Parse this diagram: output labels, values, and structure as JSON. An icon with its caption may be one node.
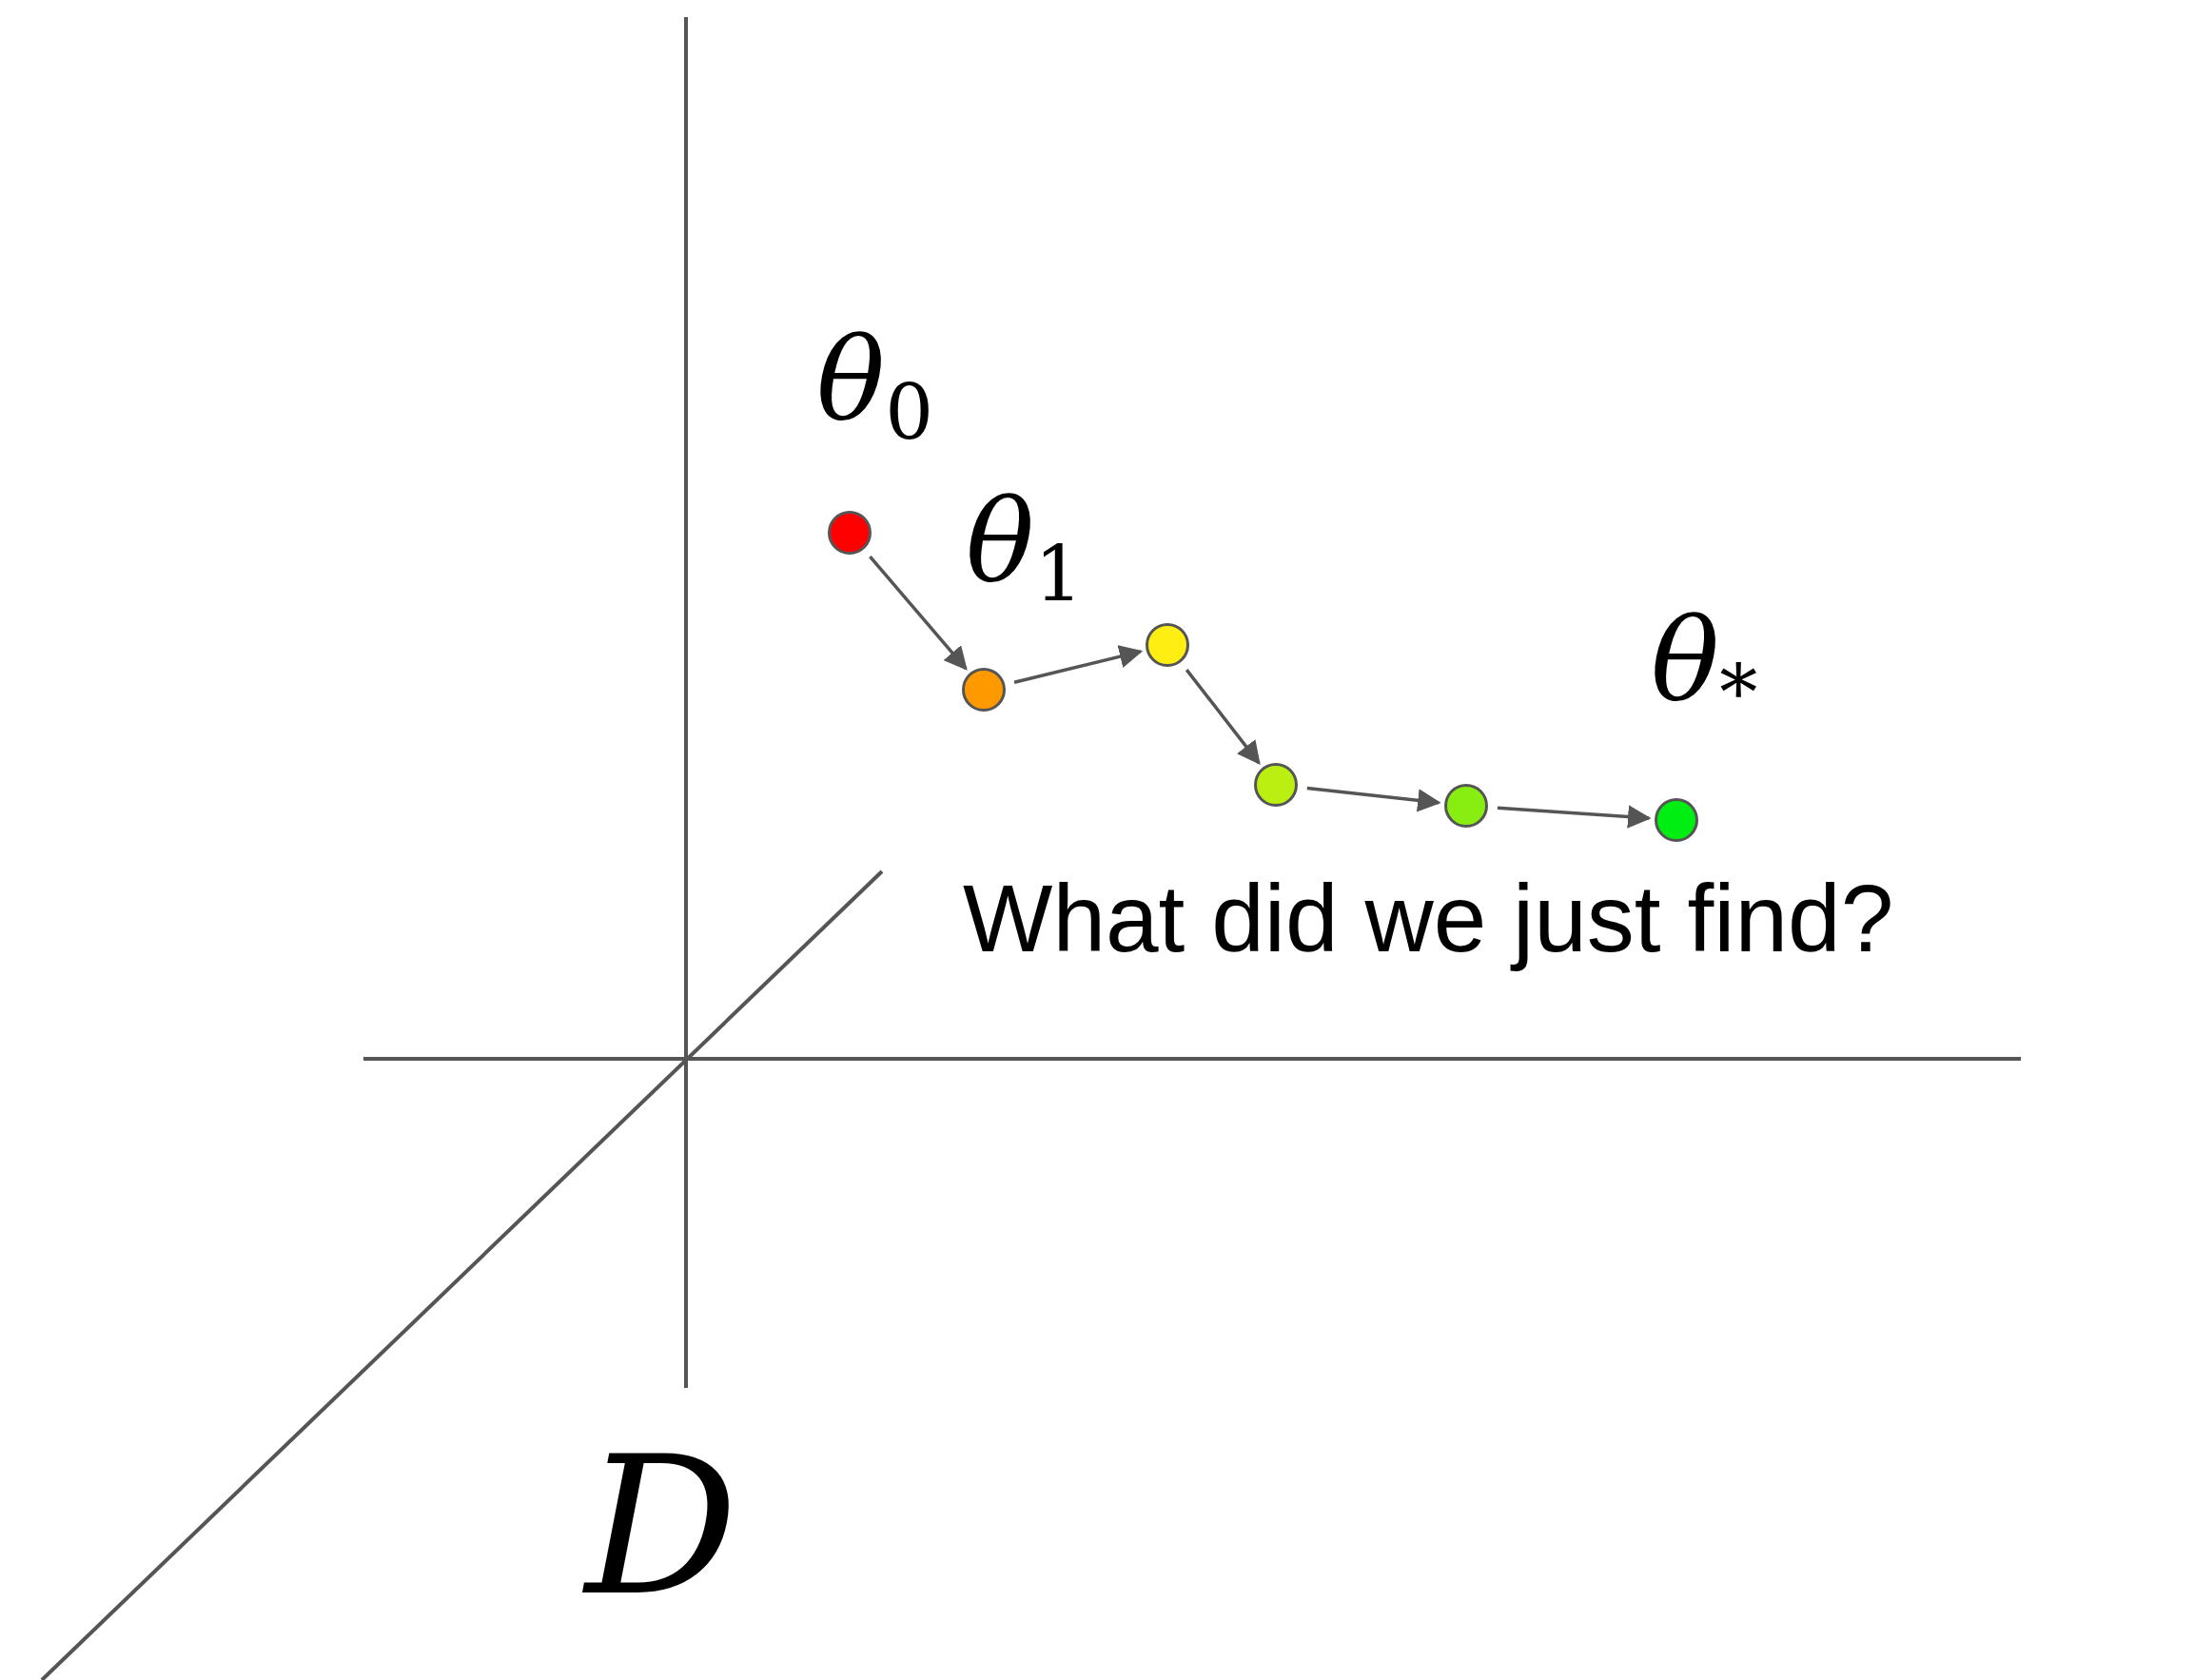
{
  "diagram": {
    "nodes": [
      {
        "text": [],
        "shape": "circle",
        "beside": [
          "θ$_{0}$"
        ]
      },
      {
        "text": [],
        "shape": "circle",
        "beside": [
          "θ$_{1}$"
        ]
      },
      {
        "text": [],
        "shape": "circle"
      },
      {
        "text": [],
        "shape": "circle"
      },
      {
        "text": [],
        "shape": "circle"
      },
      {
        "text": [],
        "shape": "circle",
        "beside": [
          "θ$_{*}$"
        ]
      }
    ],
    "edges": [
      {
        "from": 0,
        "to": 1,
        "arrow": "to"
      },
      {
        "from": 1,
        "to": 2,
        "arrow": "to"
      },
      {
        "from": 2,
        "to": 3,
        "arrow": "to"
      },
      {
        "from": 3,
        "to": 4,
        "arrow": "to"
      },
      {
        "from": 4,
        "to": 5,
        "arrow": "to"
      }
    ],
    "labels": [
      "What did we just find?",
      "D"
    ]
  }
}
